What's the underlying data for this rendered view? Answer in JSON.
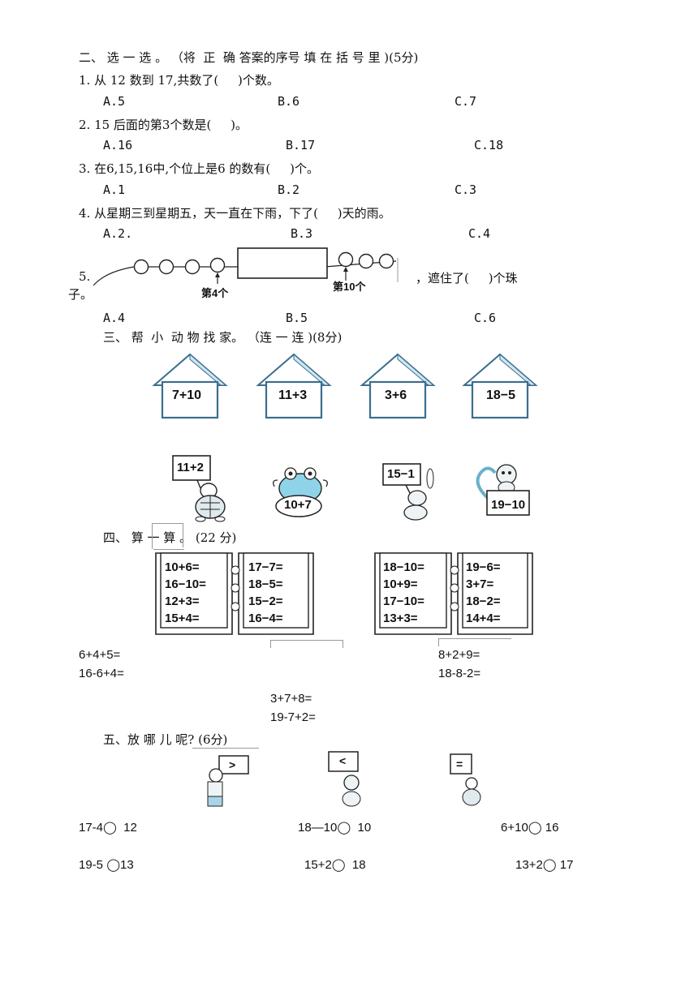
{
  "sec2": {
    "title": "二、 选 一 选 。 （将  正  确 答案的序号 填 在 括 号 里 )(5分)",
    "q1": {
      "text": "1. 从 12 数到 17,共数了(     )个数。",
      "a": "A.5",
      "b": "B.6",
      "c": "C.7"
    },
    "q2": {
      "text": "2. 15 后面的第3个数是(     )。",
      "a": "A.16",
      "b": "B.17",
      "c": "C.18"
    },
    "q3": {
      "text": "3. 在6,15,16中,个位上是6 的数有(     )个。",
      "a": "A.1",
      "b": "B.2",
      "c": "C.3"
    },
    "q4": {
      "text": "4. 从星期三到星期五，天一直在下雨，下了(     )天的雨。",
      "a": "A.2.",
      "b": "B.3",
      "c": "C.4"
    },
    "q5": {
      "num": "5.",
      "tail": "，遮住了(     )个珠",
      "tail2": "子。",
      "label4": "第4个",
      "label10": "第10个",
      "a": "A.4",
      "b": "B.5",
      "c": "C.6"
    }
  },
  "sec3": {
    "title": "三、 帮  小  动 物 找 家。 （连 一 连 )(8分)",
    "houses": [
      "7+10",
      "11+3",
      "3+6",
      "18−5"
    ],
    "animals": [
      {
        "name": "turtle",
        "sign": "11+2"
      },
      {
        "name": "frog",
        "sign": "10+7"
      },
      {
        "name": "rabbit",
        "sign": "15−1"
      },
      {
        "name": "monkey",
        "sign": "19−10"
      }
    ]
  },
  "sec4": {
    "title": "四、 算 一 算 。 (22 分)",
    "book1": {
      "left": [
        "10+6=",
        "16−10=",
        "12+3=",
        "15+4="
      ],
      "right": [
        "17−7=",
        "18−5=",
        "15−2=",
        "16−4="
      ]
    },
    "book2": {
      "left": [
        "18−10=",
        "10+9=",
        "17−10=",
        "13+3="
      ],
      "right": [
        "19−6=",
        "3+7=",
        "18−2=",
        "14+4="
      ]
    },
    "extra_left": [
      "6+4+5=",
      "16-6+4="
    ],
    "extra_right": [
      "8+2+9=",
      "18-8-2="
    ],
    "extra_mid": [
      "3+7+8=",
      "19-7+2="
    ]
  },
  "sec5": {
    "title": "五、放 哪 儿 呢? (6分)",
    "signs": [
      ">",
      "<",
      "="
    ],
    "row1": [
      "17-4◯  12",
      "18—10◯  10",
      "6+10◯ 16"
    ],
    "row2": [
      "19-5 ◯13",
      "15+2◯  18",
      "13+2◯ 17"
    ]
  }
}
